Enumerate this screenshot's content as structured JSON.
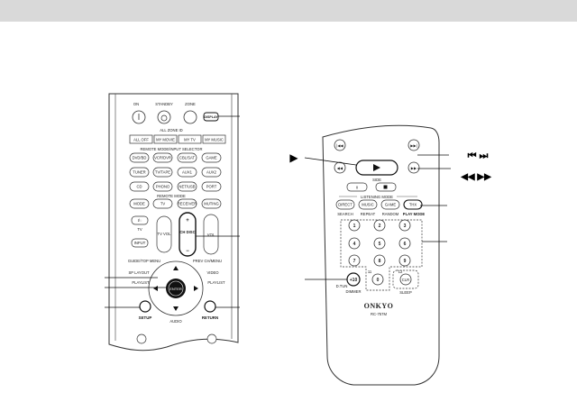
{
  "left_remote": {
    "top_labels": [
      "ON",
      "STANDBY",
      "ZONE"
    ],
    "display_button": "DISPLAY",
    "all_zone_title": "ALL ZONE ID",
    "presets": [
      "ALL OFF",
      "MY MOVIE",
      "MY TV",
      "MY MUSIC"
    ],
    "selector_title": "REMOTE MODE/INPUT SELECTOR",
    "inputs_row1": [
      "DVD/BD",
      "VCR/DVR",
      "CBL/SAT",
      "GAME"
    ],
    "inputs_row2": [
      "TUNER",
      "TV/TAPE",
      "AUX1",
      "AUX2"
    ],
    "inputs_row3": [
      "CD",
      "PHONO",
      "NET/USB",
      "PORT"
    ],
    "remote_mode_title": "REMOTE MODE",
    "mode_row": [
      "MODE",
      "TV",
      "RECEIVER",
      "MUTING"
    ],
    "tv_left": [
      "TV",
      "INPUT"
    ],
    "tv_vol": "TV VOL",
    "ch_disc": "CH DISC",
    "vol": "VOL",
    "nav_labels": [
      "GUIDE/TOP MENU",
      "PREV CH/MENU",
      "SP LAYOUT",
      "VIDEO",
      "AUDIO"
    ],
    "playlist_left": "PLAYLIST",
    "playlist_right": "PLAYLIST",
    "enter": "ENTER",
    "setup": "SETUP",
    "return": "RETURN"
  },
  "right_remote": {
    "side_label": "SIDE",
    "listening_mode_title": "LISTENING MODE",
    "mode_buttons": [
      "DIRECT",
      "MUSIC",
      "GAME",
      "THX"
    ],
    "mode_sub": [
      "SEARCH",
      "REPEAT",
      "RANDOM",
      "PLAY MODE"
    ],
    "numbers": [
      "1",
      "2",
      "3",
      "4",
      "5",
      "6",
      "7",
      "8",
      "9",
      "0"
    ],
    "plus10": "+10",
    "clr": "CLR",
    "d_tun": "D.TUN",
    "dimmer": "DIMMER",
    "sleep": "SLEEP",
    "num_11": "11",
    "num_12": "12",
    "brand": "ONKYO",
    "model": "RC-757M"
  },
  "callouts": {
    "play": "▶",
    "skip": "⏮ ⏭",
    "scan": "◀◀ ▶▶"
  }
}
